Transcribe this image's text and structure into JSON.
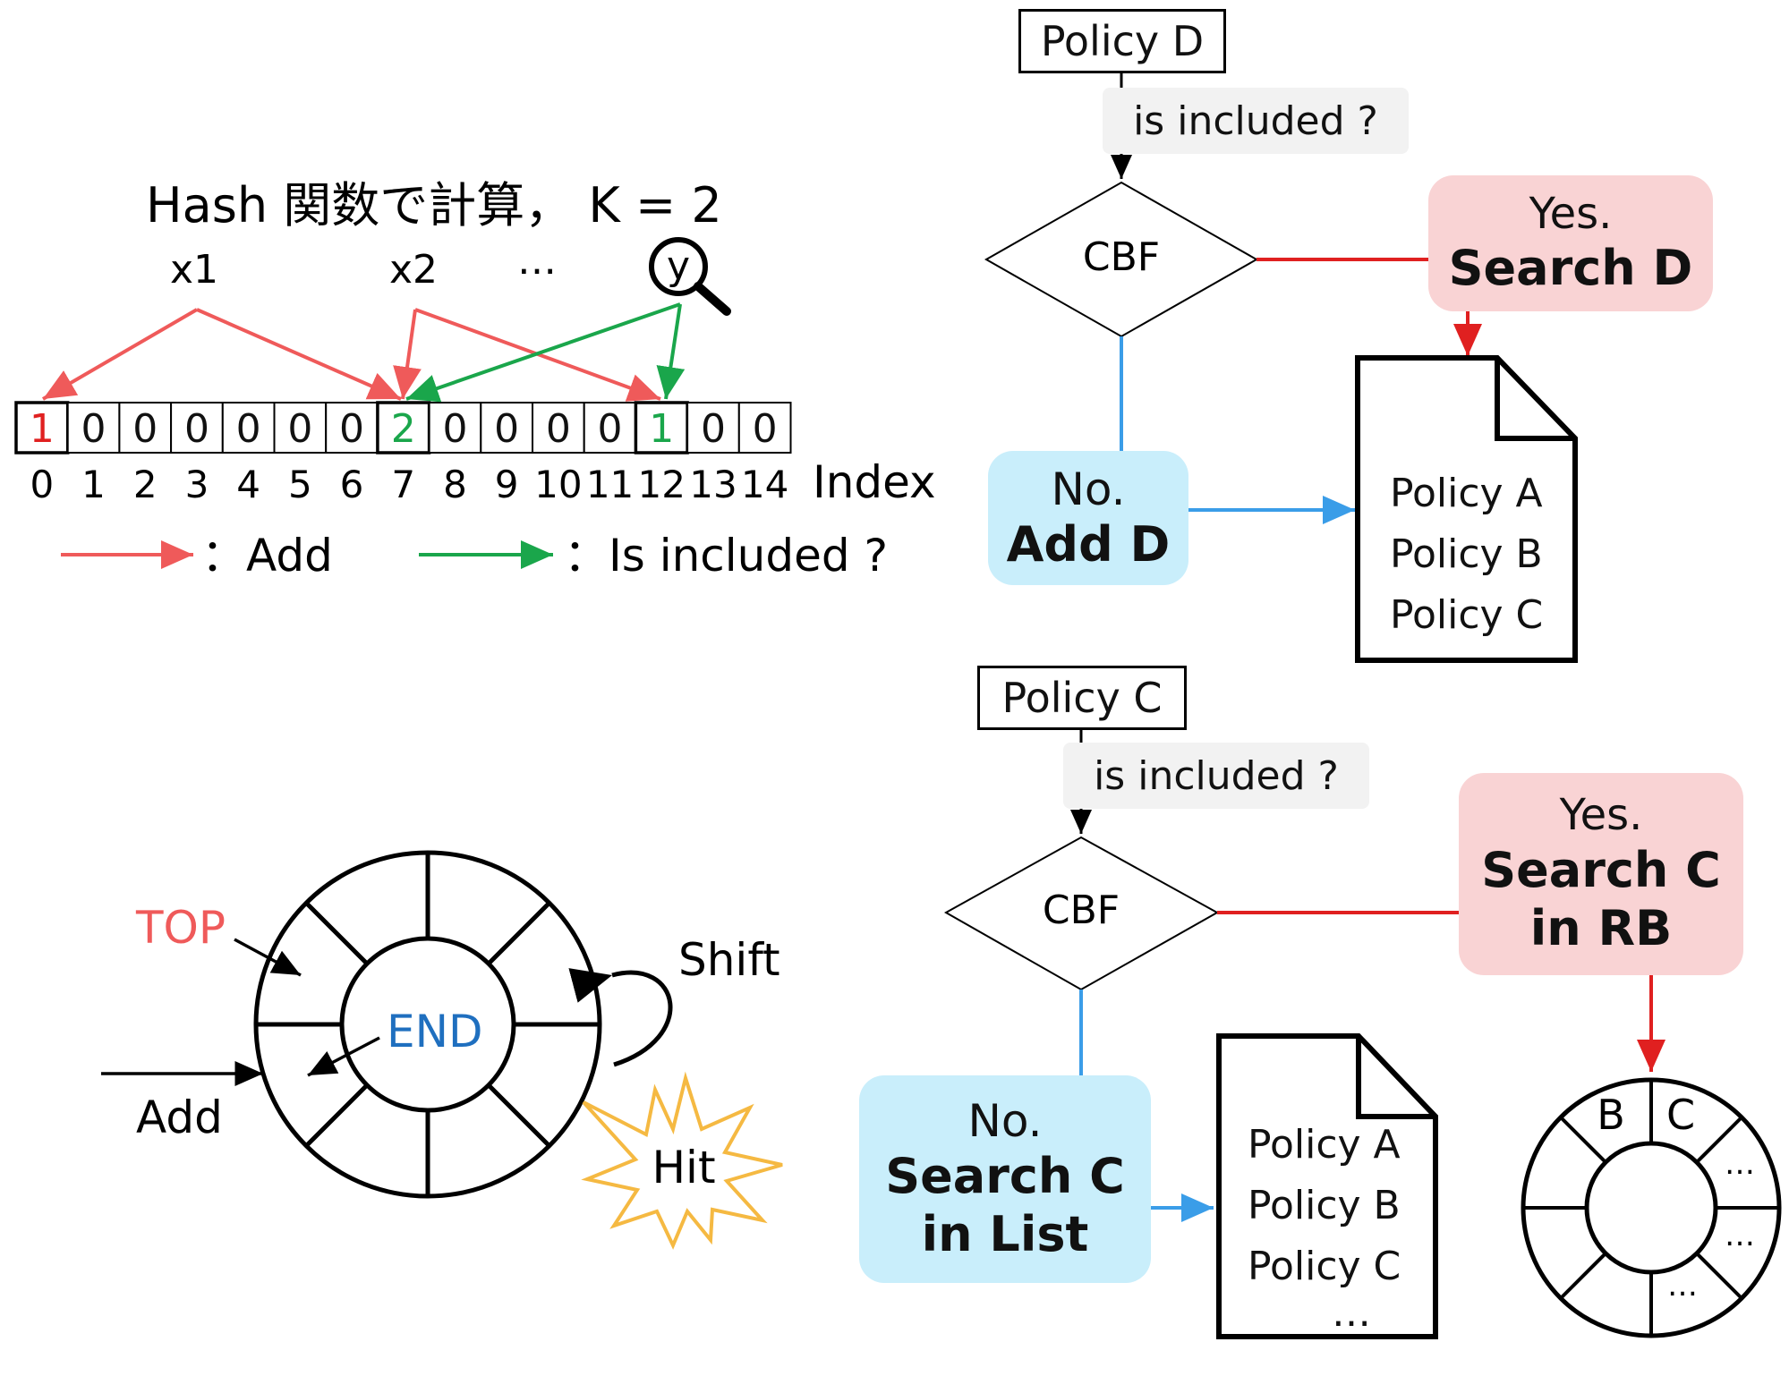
{
  "hash": {
    "title": "Hash 関数で計算，  K = 2",
    "x1": "x1",
    "x2": "x2",
    "dots": "…",
    "y": "y",
    "cells": [
      "1",
      "0",
      "0",
      "0",
      "0",
      "0",
      "0",
      "2",
      "0",
      "0",
      "0",
      "0",
      "1",
      "0",
      "0"
    ],
    "indices": [
      "0",
      "1",
      "2",
      "3",
      "4",
      "5",
      "6",
      "7",
      "8",
      "9",
      "10",
      "11",
      "12",
      "13",
      "14"
    ],
    "index_label": "Index",
    "legend_add": "：Add",
    "legend_included": "：Is included ?",
    "colors": {
      "add": "#ef5a5a",
      "included": "#1aa64b",
      "highlight_red": "#e02020",
      "highlight_green": "#1aa64b"
    }
  },
  "ring": {
    "top": "TOP",
    "end": "END",
    "shift": "Shift",
    "add": "Add",
    "hit": "Hit",
    "colors": {
      "top": "#ef5a5a",
      "end": "#1f6fbf",
      "hit": "#f5b942"
    }
  },
  "flow_d": {
    "policy": "Policy D",
    "question": "is included ?",
    "cbf": "CBF",
    "yes_line1": "Yes.",
    "yes_line2": "Search D",
    "no_line1": "No.",
    "no_line2": "Add D",
    "doc_items": [
      "Policy A",
      "Policy B",
      "Policy C"
    ]
  },
  "flow_c": {
    "policy": "Policy C",
    "question": "is included ?",
    "cbf": "CBF",
    "yes_line1": "Yes.",
    "yes_line2": "Search C",
    "yes_line3": "in RB",
    "no_line1": "No.",
    "no_line2": "Search C",
    "no_line3": "in List",
    "doc_items": [
      "Policy A",
      "Policy B",
      "Policy C",
      "…"
    ],
    "ring_b": "B",
    "ring_c": "C",
    "ring_dots": [
      "…",
      "…",
      "…"
    ]
  },
  "colors": {
    "red_line": "#e02020",
    "blue_line": "#3a9de8",
    "yes_fill": "#f9d3d4",
    "no_fill": "#c9eefb"
  }
}
